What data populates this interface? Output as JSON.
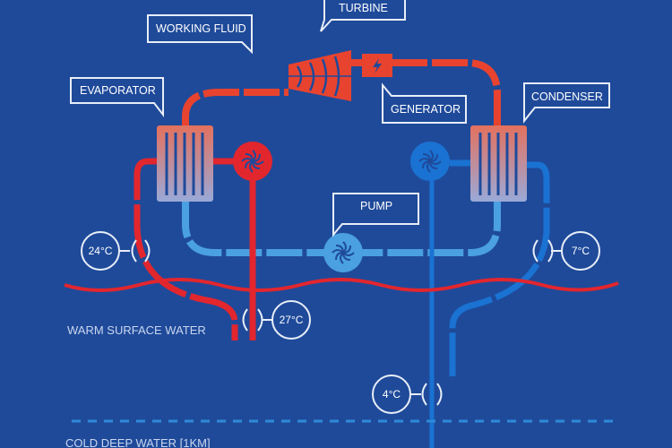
{
  "labels": {
    "turbine": "TURBINE",
    "working_fluid": "WORKING FLUID",
    "evaporator": "EVAPORATOR",
    "generator": "GENERATOR",
    "condenser": "CONDENSER",
    "pump": "PUMP"
  },
  "temperatures": {
    "evaporator_out": "24°C",
    "condenser_out": "7°C",
    "warm_in": "27°C",
    "cold_in": "4°C"
  },
  "zones": {
    "warm": "WARM SURFACE WATER",
    "cold": "COLD DEEP WATER [1KM]"
  },
  "colors": {
    "background": "#1f4a9a",
    "warm": "#e2262e",
    "fluid_hot": "#e8432f",
    "fluid_cold": "#4aa0e0",
    "cold": "#1a72d2"
  }
}
